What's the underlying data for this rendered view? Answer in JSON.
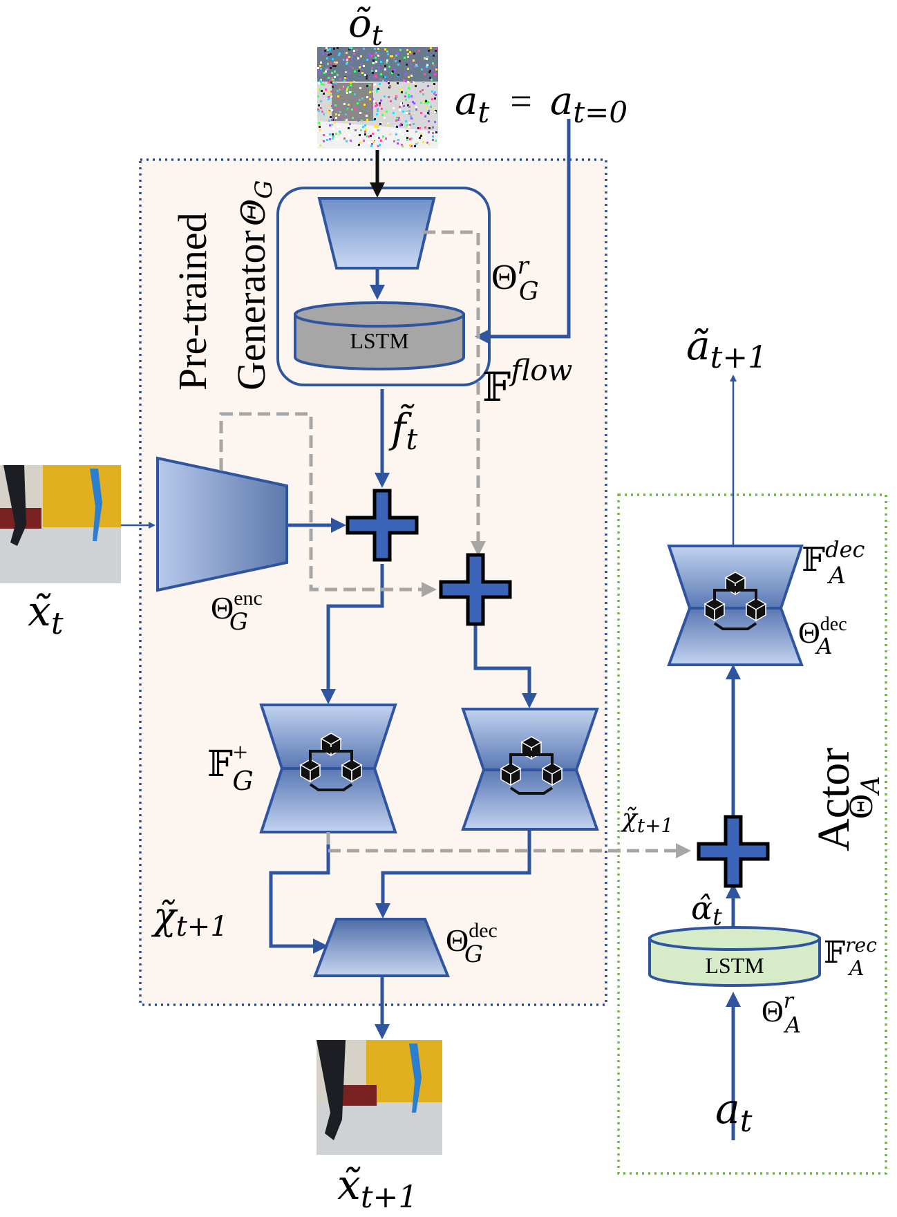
{
  "labels": {
    "generator_title_line1": "Pre-trained",
    "generator_title_line2": "Generator",
    "generator_theta_sym": "Θ",
    "generator_theta_sub": "G",
    "obs_sym": "õ",
    "obs_sub": "t",
    "action_init_lhs": "a",
    "action_init_lhs_sub": "t",
    "action_init_eq": "=",
    "action_init_rhs": "a",
    "action_init_rhs_sub": "t=0",
    "theta_gr_sym": "Θ",
    "theta_gr_sup": "r",
    "theta_gr_sub": "G",
    "lstm_gen": "LSTM",
    "flow_sym": "𝔽",
    "flow_sup": "flow",
    "ft_sym": "f̃",
    "ft_sub": "t",
    "xt_sym": "x̃",
    "xt_sub": "t",
    "theta_enc_sym": "Θ",
    "theta_enc_sup": "enc",
    "theta_enc_sub": "G",
    "fg_plus_sym": "𝔽",
    "fg_plus_sup": "+",
    "fg_plus_sub": "G",
    "chi_left_sym": "χ̃",
    "chi_left_sub": "t+1",
    "chi_right_sym": "χ̃",
    "chi_right_sub": "t+1",
    "theta_dec_sym": "Θ",
    "theta_dec_sup": "dec",
    "theta_dec_sub": "G",
    "xt1_sym": "x̃",
    "xt1_sub": "t+1",
    "actor_title": "Actor",
    "actor_theta_sym": "Θ",
    "actor_theta_sub": "A",
    "a_tilde_sym": "ã",
    "a_tilde_sub": "t+1",
    "fa_dec_sym": "𝔽",
    "fa_dec_sup": "dec",
    "fa_dec_sub": "A",
    "theta_adec_sym": "Θ",
    "theta_adec_sup": "dec",
    "theta_adec_sub": "A",
    "alpha_hat_sym": "α̂",
    "alpha_hat_sub": "t",
    "lstm_actor": "LSTM",
    "fa_rec_sym": "𝔽",
    "fa_rec_sup": "rec",
    "fa_rec_sub": "A",
    "theta_ar_sym": "Θ",
    "theta_ar_sup": "r",
    "theta_ar_sub": "A",
    "at_sym": "a",
    "at_sub": "t"
  },
  "colors": {
    "blue_line": "#2f55a0",
    "gray_dash": "#a6a6a6",
    "generator_border": "#2f4f8f",
    "generator_fill": "#fcf5f0",
    "actor_border": "#6db33f",
    "lstm_gray": "#a6a6a6",
    "lstm_green": "#d6ecc9",
    "plus_fill": "#3a64b8"
  },
  "icons": [
    "network-cube-icon",
    "plus-combine-icon"
  ]
}
